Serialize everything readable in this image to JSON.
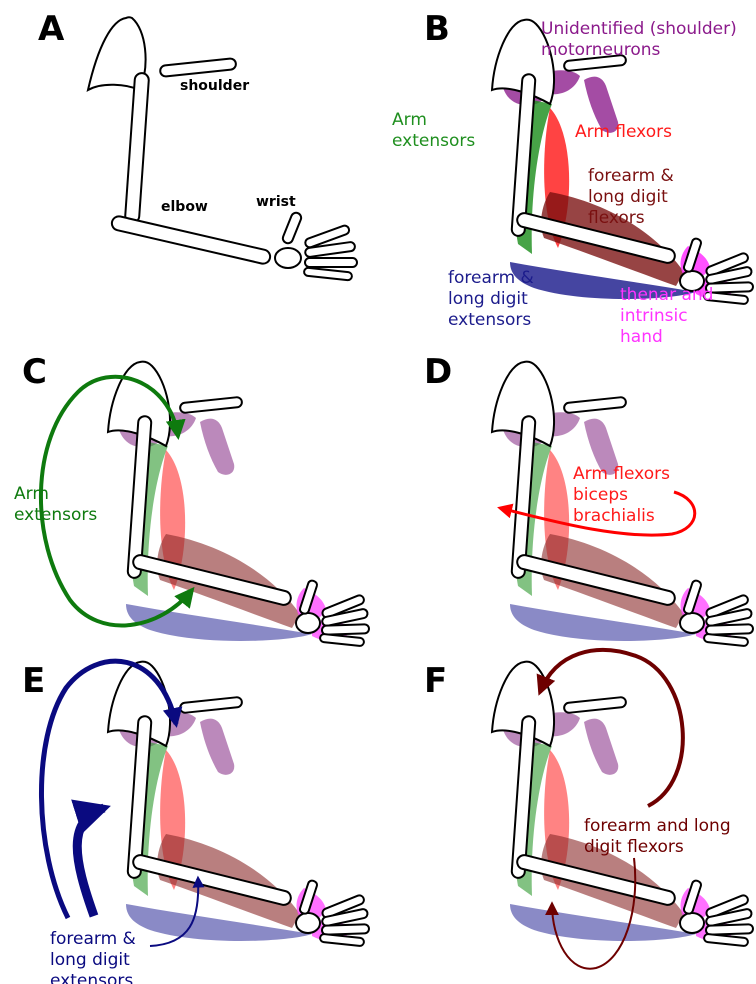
{
  "panels": [
    "A",
    "B",
    "C",
    "D",
    "E",
    "F"
  ],
  "joints": {
    "shoulder": "shoulder",
    "elbow": "elbow",
    "wrist": "wrist"
  },
  "panel_b": {
    "shoulder_motoneurons": [
      "Unidentified (shoulder)",
      "motorneurons"
    ],
    "arm_extensors": [
      "Arm",
      "extensors"
    ],
    "arm_flexors": "Arm flexors",
    "forearm_flexors": [
      "forearm &",
      "long digit",
      "flexors"
    ],
    "forearm_extensors": [
      "forearm &",
      "long digit",
      "extensors"
    ],
    "hand": [
      "thenar and",
      "intrinsic",
      "hand"
    ]
  },
  "panel_c": {
    "label": [
      "Arm",
      "extensors"
    ]
  },
  "panel_d": {
    "label": [
      "Arm flexors",
      "biceps",
      "brachialis"
    ]
  },
  "panel_e": {
    "label": [
      "forearm &",
      "long digit",
      "extensors"
    ]
  },
  "panel_f": {
    "label": [
      "forearm and long",
      "digit flexors"
    ]
  },
  "colors": {
    "extensors_green": "#2e8b2e",
    "flexors_red": "#ff1a1a",
    "forearm_flexors_brown": "#7a1010",
    "forearm_extensors_blue": "#1c1c8c",
    "shoulder_purple": "#8b1a8b",
    "hand_magenta": "#ff33ff",
    "arrow_green": "#0e7a0e",
    "arrow_red": "#ff0000",
    "arrow_navy": "#0a0a80",
    "arrow_darkred": "#6e0000"
  }
}
